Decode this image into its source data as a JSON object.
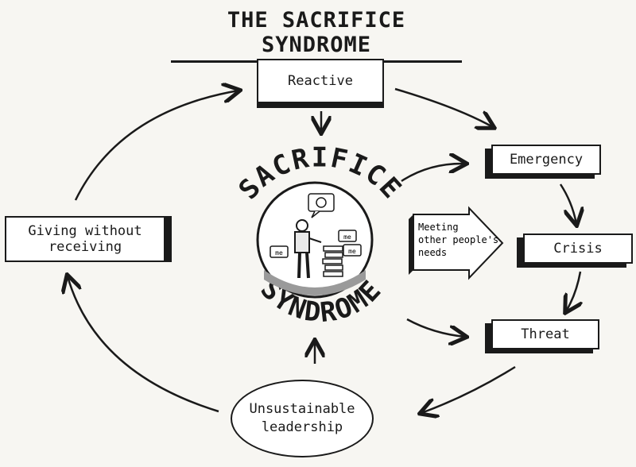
{
  "title": "THE SACRIFICE SYNDROME",
  "nodes": {
    "reactive": "Reactive",
    "emergency": "Emergency",
    "crisis": "Crisis",
    "threat": "Threat",
    "giving": "Giving without receiving",
    "unsustainable": "Unsustainable leadership"
  },
  "center": {
    "top_word": "SACRIFICE",
    "bottom_word": "SYNDROME",
    "speech_me": "me"
  },
  "pointer": {
    "line1": "Meeting",
    "line2": "other people's",
    "line3": "needs"
  }
}
